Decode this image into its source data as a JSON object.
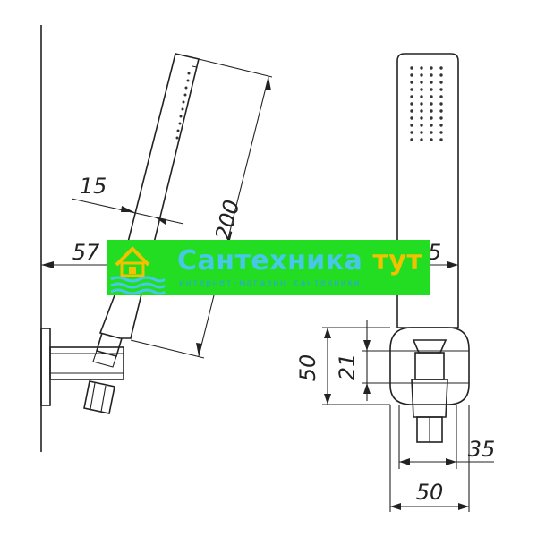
{
  "dimensions": {
    "left_width": "15",
    "left_length": "200",
    "left_offset": "57",
    "right_width": "35",
    "bracket_height": "50",
    "bracket_inner": "21",
    "bracket_inner_width": "35",
    "bracket_width": "50"
  },
  "watermark": {
    "title_main": "Сантехника",
    "title_accent": "тут",
    "subtitle": "интернет-магазин сантехники"
  },
  "colors": {
    "watermark_bg": "#22dd22",
    "watermark_text": "#48c8e8",
    "watermark_accent": "#f2c200",
    "line": "#222222"
  }
}
